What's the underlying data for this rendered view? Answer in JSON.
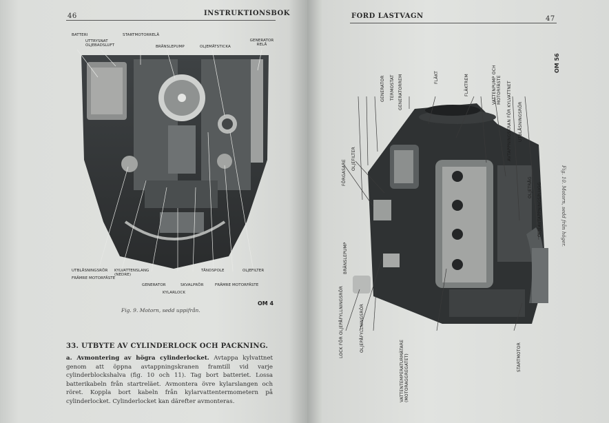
{
  "left_page": {
    "page_number": "46",
    "header": "INSTRUKTIONSBOK",
    "top_labels": [
      "BATTERI",
      "UTTRYSNAT OLJEBADSLUFT",
      "STARTMOTORRELÄ",
      "BRÄNSLEPUMP",
      "OLJEMÄTSTICKA",
      "GENERATOR RELÄ"
    ],
    "bottom_labels_row1": [
      "UTBLÅSNINGSRÖR",
      "KYLVATTENSLANG (NEDRE)",
      "TÄNDSPOLE",
      "OLJEFILTER"
    ],
    "bottom_labels_row2": [
      "FRÄMRE MOTORFÄSTE",
      "GENERATOR",
      "SKVALPRÖR",
      "FRÄMRE MOTORFÄSTE"
    ],
    "bottom_labels_row3": [
      "KYLARLOCK"
    ],
    "figure_caption": "Fig. 9.  Motorn, sedd uppifrån.",
    "figure_code": "OM 4",
    "section_title": "33.  UTBYTE AV CYLINDERLOCK OCH PACKNING.",
    "paragraph_label": "a.  Avmontering av högra cylinderlocket.",
    "paragraph_text": " Avtappa kylvattnet genom att öppna avtappningskranen framtill vid varje cylinderblockshalva (fig. 10 och 11). Tag bort batteriet. Lossa batterikabeln från startreläet. Avmontera övre kylarslangen och röret. Koppla bort kabeln från kylarvattentermometern på cylinderlocket. Cylinderlocket kan därefter avmonteras."
  },
  "right_page": {
    "header": "FORD LASTVAGN",
    "page_number": "47",
    "figure_code": "OM 56",
    "figure_caption": "Fig. 10.  Motorn, sedd från höger.",
    "vertical_labels_top": [
      "GENERATOR",
      "TERMOSTAT",
      "GENERATORREM",
      "FLÄKT",
      "FLÄKTREM",
      "VATTENPUMP OCH MOTORFÄSTE",
      "AVTAPPNINGSKRAN FÖR KYLVATTNET",
      "UTBLÅSNINGSRÖR",
      "OLJETRÅG",
      "OLJEAVTAPPNINGSPLUGG"
    ],
    "vertical_labels_left": [
      "FÖRGASARE",
      "OLJEFILTER"
    ],
    "vertical_labels_bottom": [
      "BRÄNSLEPUMP",
      "LOCK FÖR OLJEPÅFYLLNINGSRÖR",
      "OLJEPÅFYLLNINGSRÖR",
      "VATTENTEMPERATURMÄTARE (MOTORAGGREGATET)",
      "STARTMOTOR"
    ]
  }
}
